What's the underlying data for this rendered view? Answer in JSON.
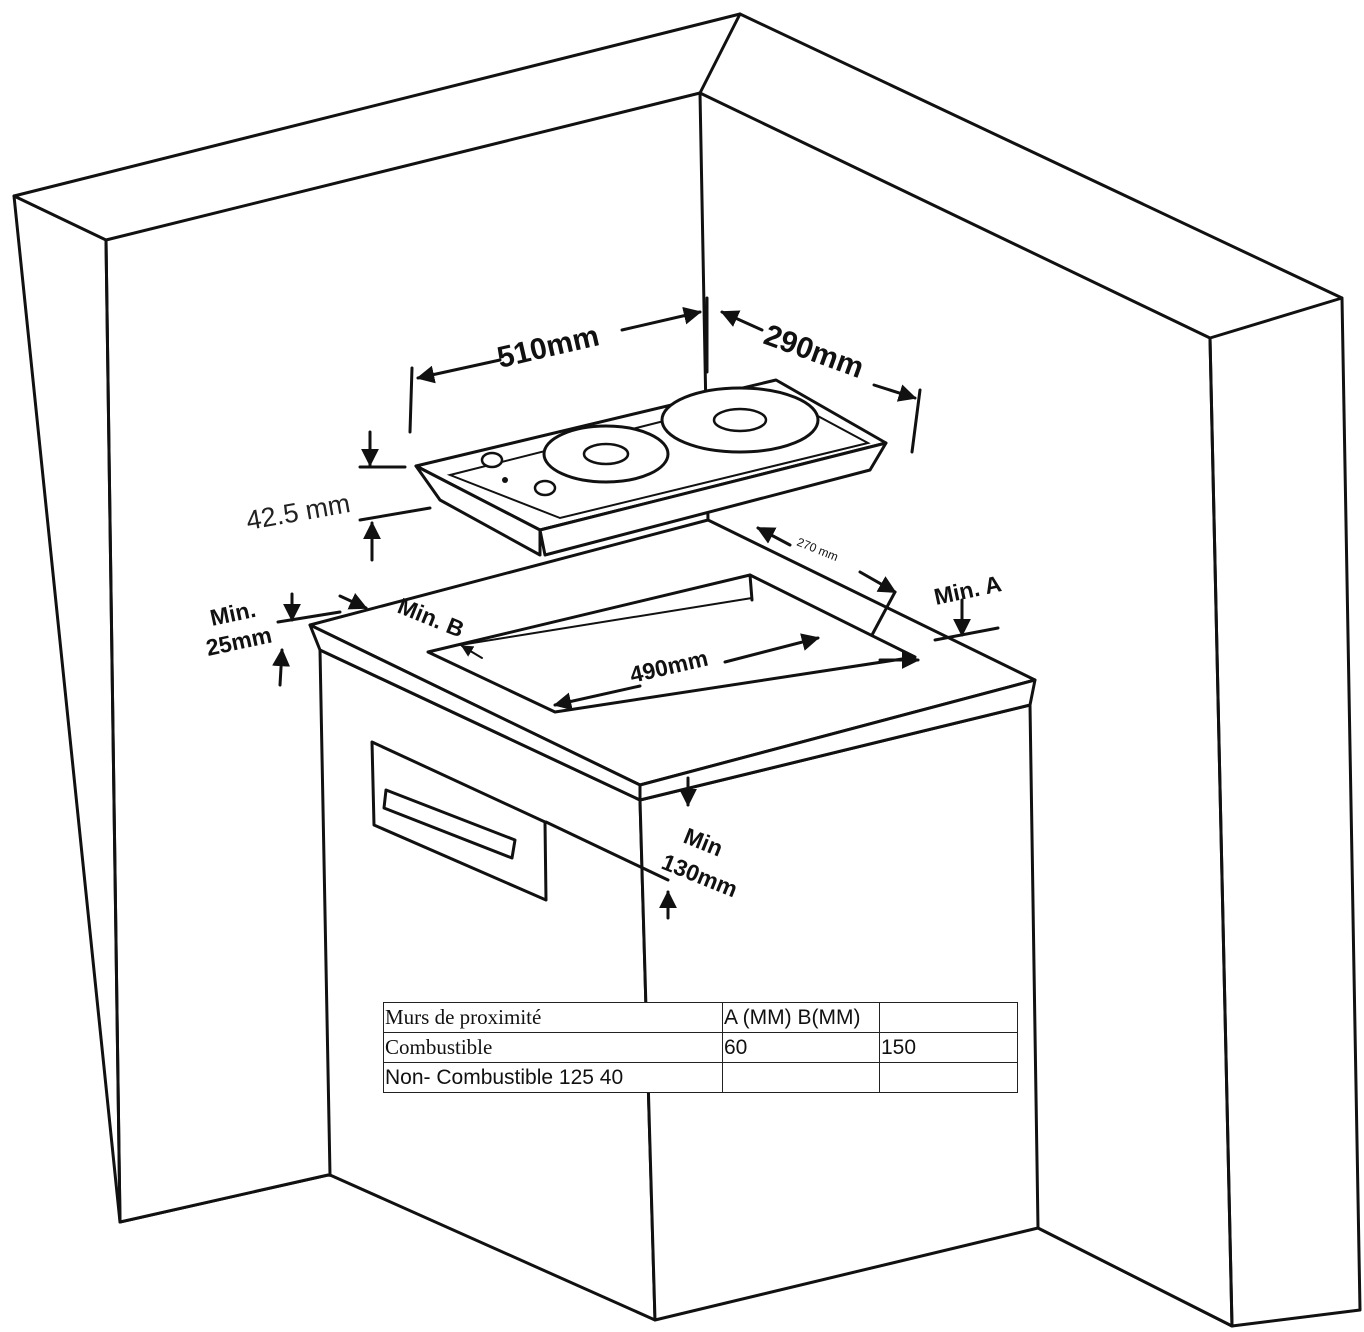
{
  "dimensions": {
    "width": "510mm",
    "depth": "290mm",
    "height": "42.5 mm",
    "cutout_width": "490mm",
    "cutout_depth": "270 mm"
  },
  "clearances": {
    "min_a": "Min. A",
    "min_b": "Min. B",
    "min_25_line1": "Min.",
    "min_25_line2": "25mm",
    "min_130_line1": "Min",
    "min_130_line2": "130mm"
  },
  "table": {
    "header": {
      "col1": "Murs de proximité",
      "col2": "A (MM)  B(MM)",
      "col3": ""
    },
    "rows": [
      {
        "col1": "Combustible",
        "col2": "60",
        "col3": "150"
      },
      {
        "col1": "Non- Combustible  125  40",
        "col2": "",
        "col3": ""
      }
    ]
  }
}
